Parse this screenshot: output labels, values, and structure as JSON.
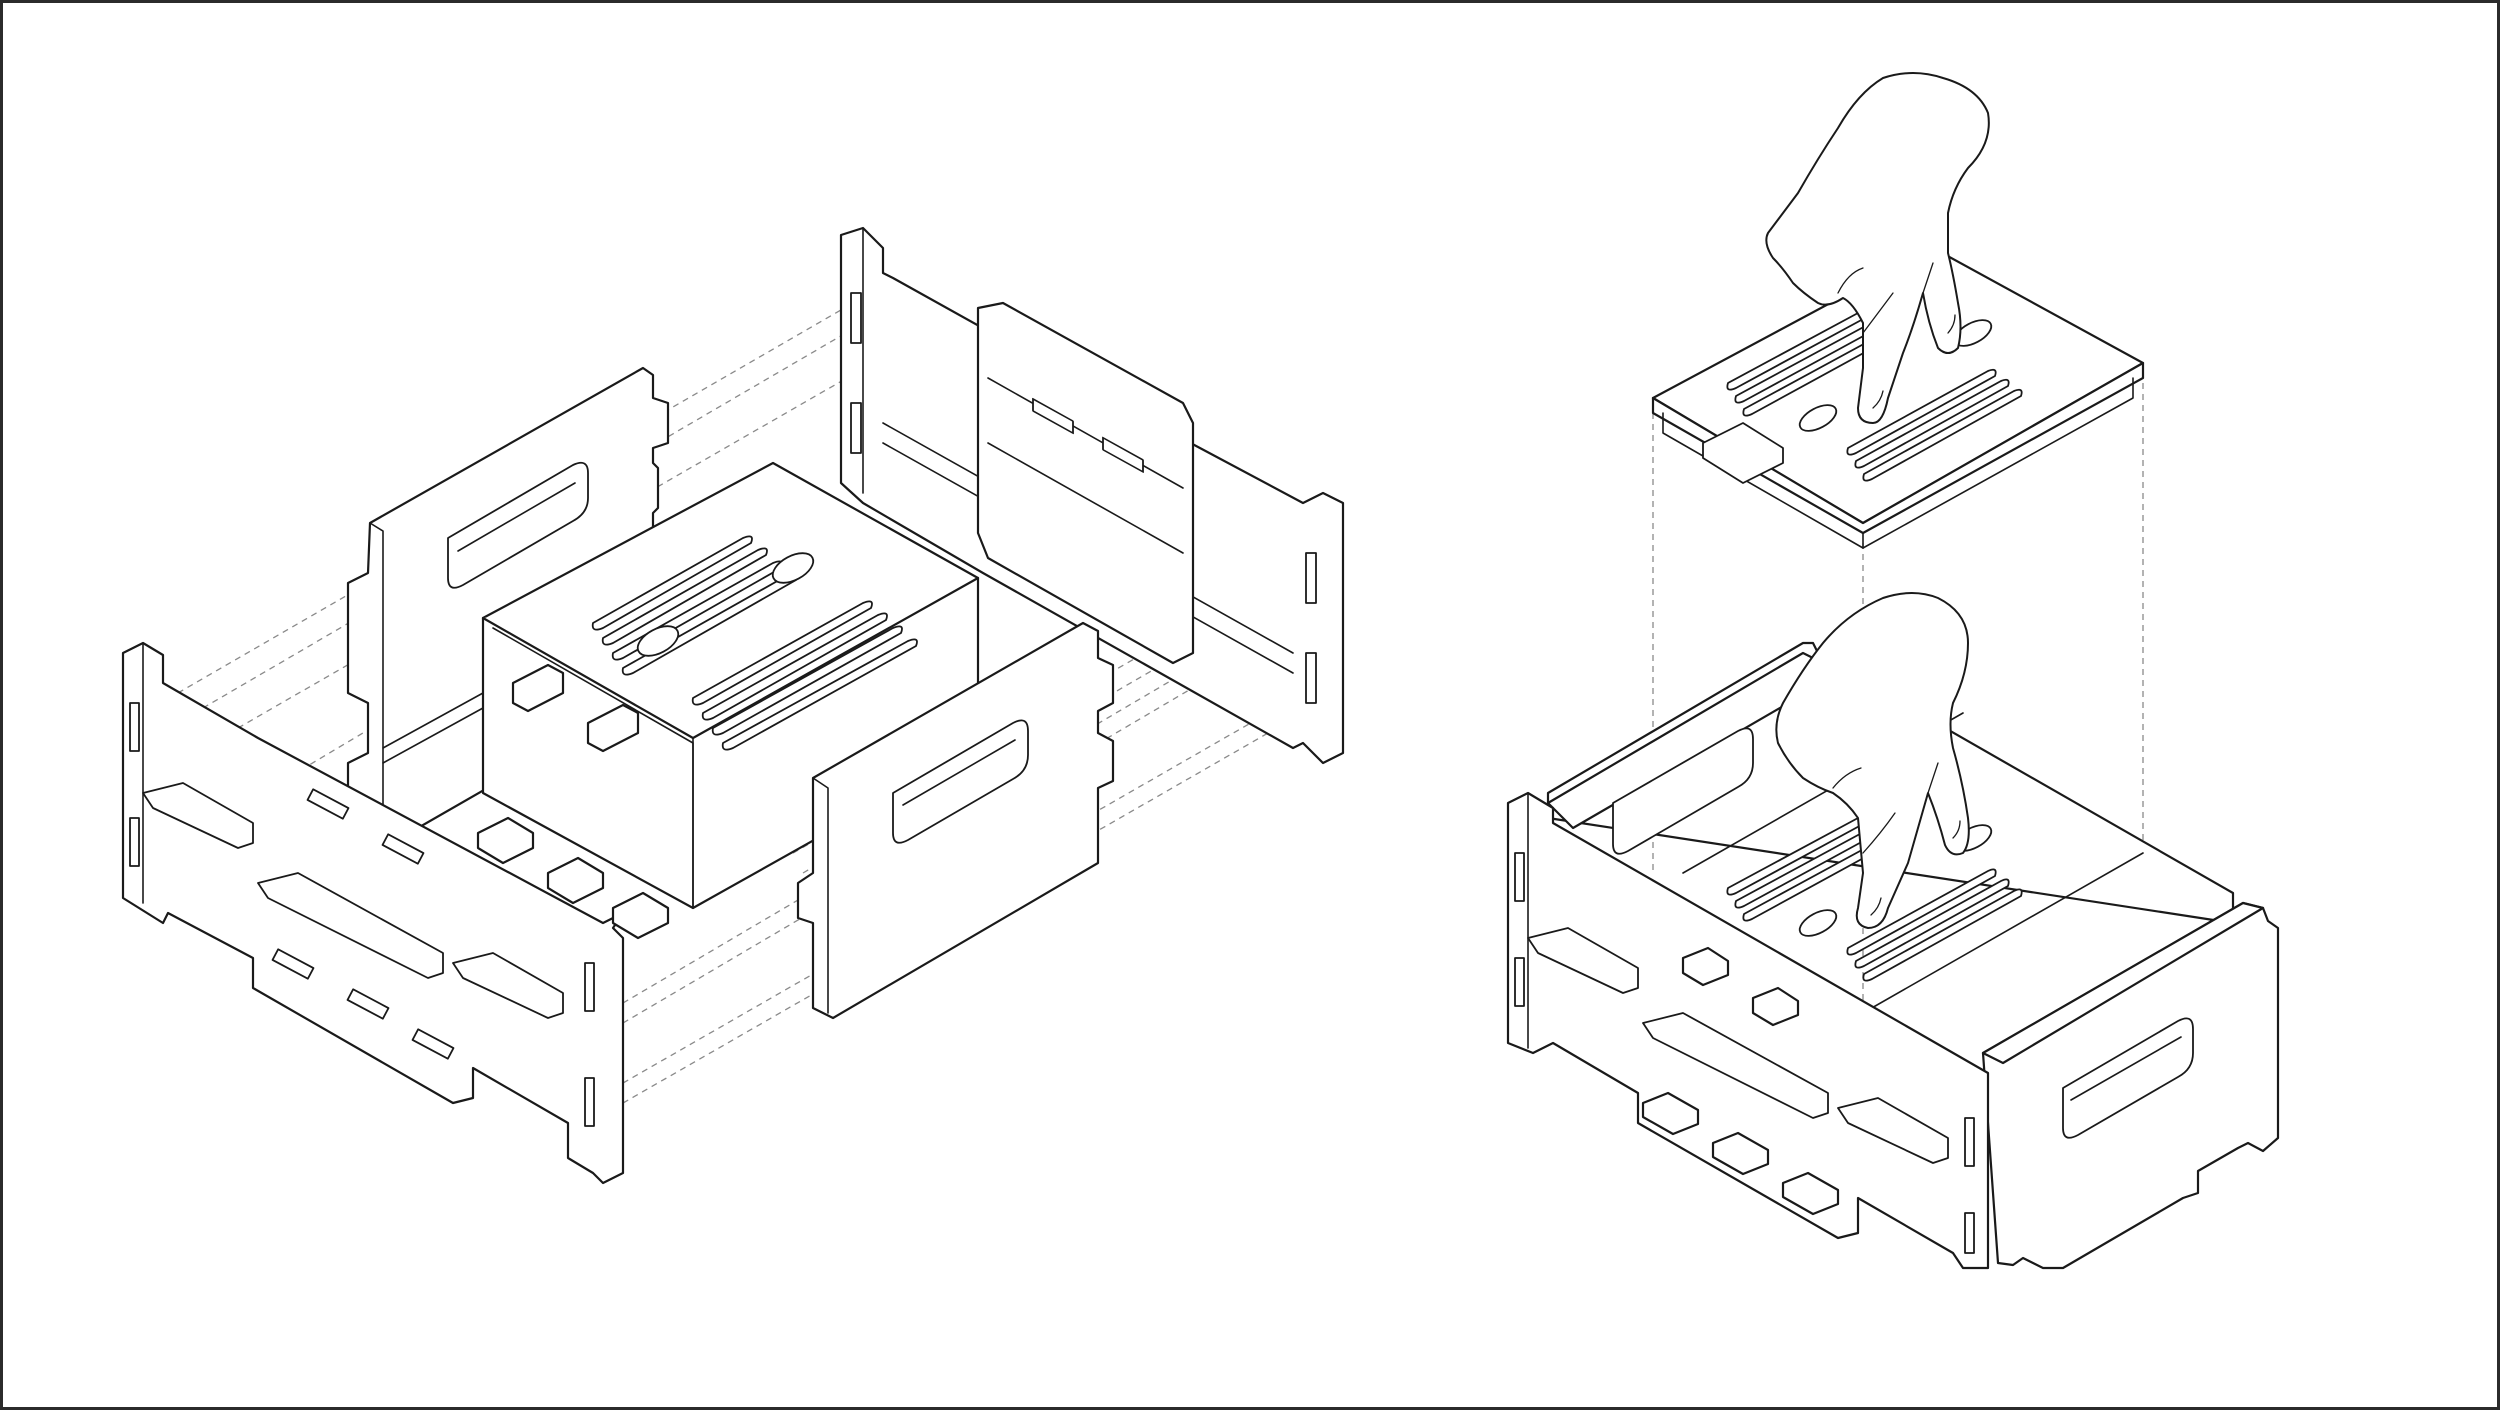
{
  "figure": {
    "views": [
      {
        "name": "exploded-assembly",
        "description_type": "isometric exploded view"
      },
      {
        "name": "assembled-box-with-lid-placement",
        "description_type": "isometric assembled view"
      }
    ]
  },
  "colors": {
    "line": "#1a1a1a",
    "dash": "#8a8a8a",
    "frame": "#2b2b2b",
    "background": "#ffffff"
  },
  "icons": [
    "hand-icon"
  ]
}
